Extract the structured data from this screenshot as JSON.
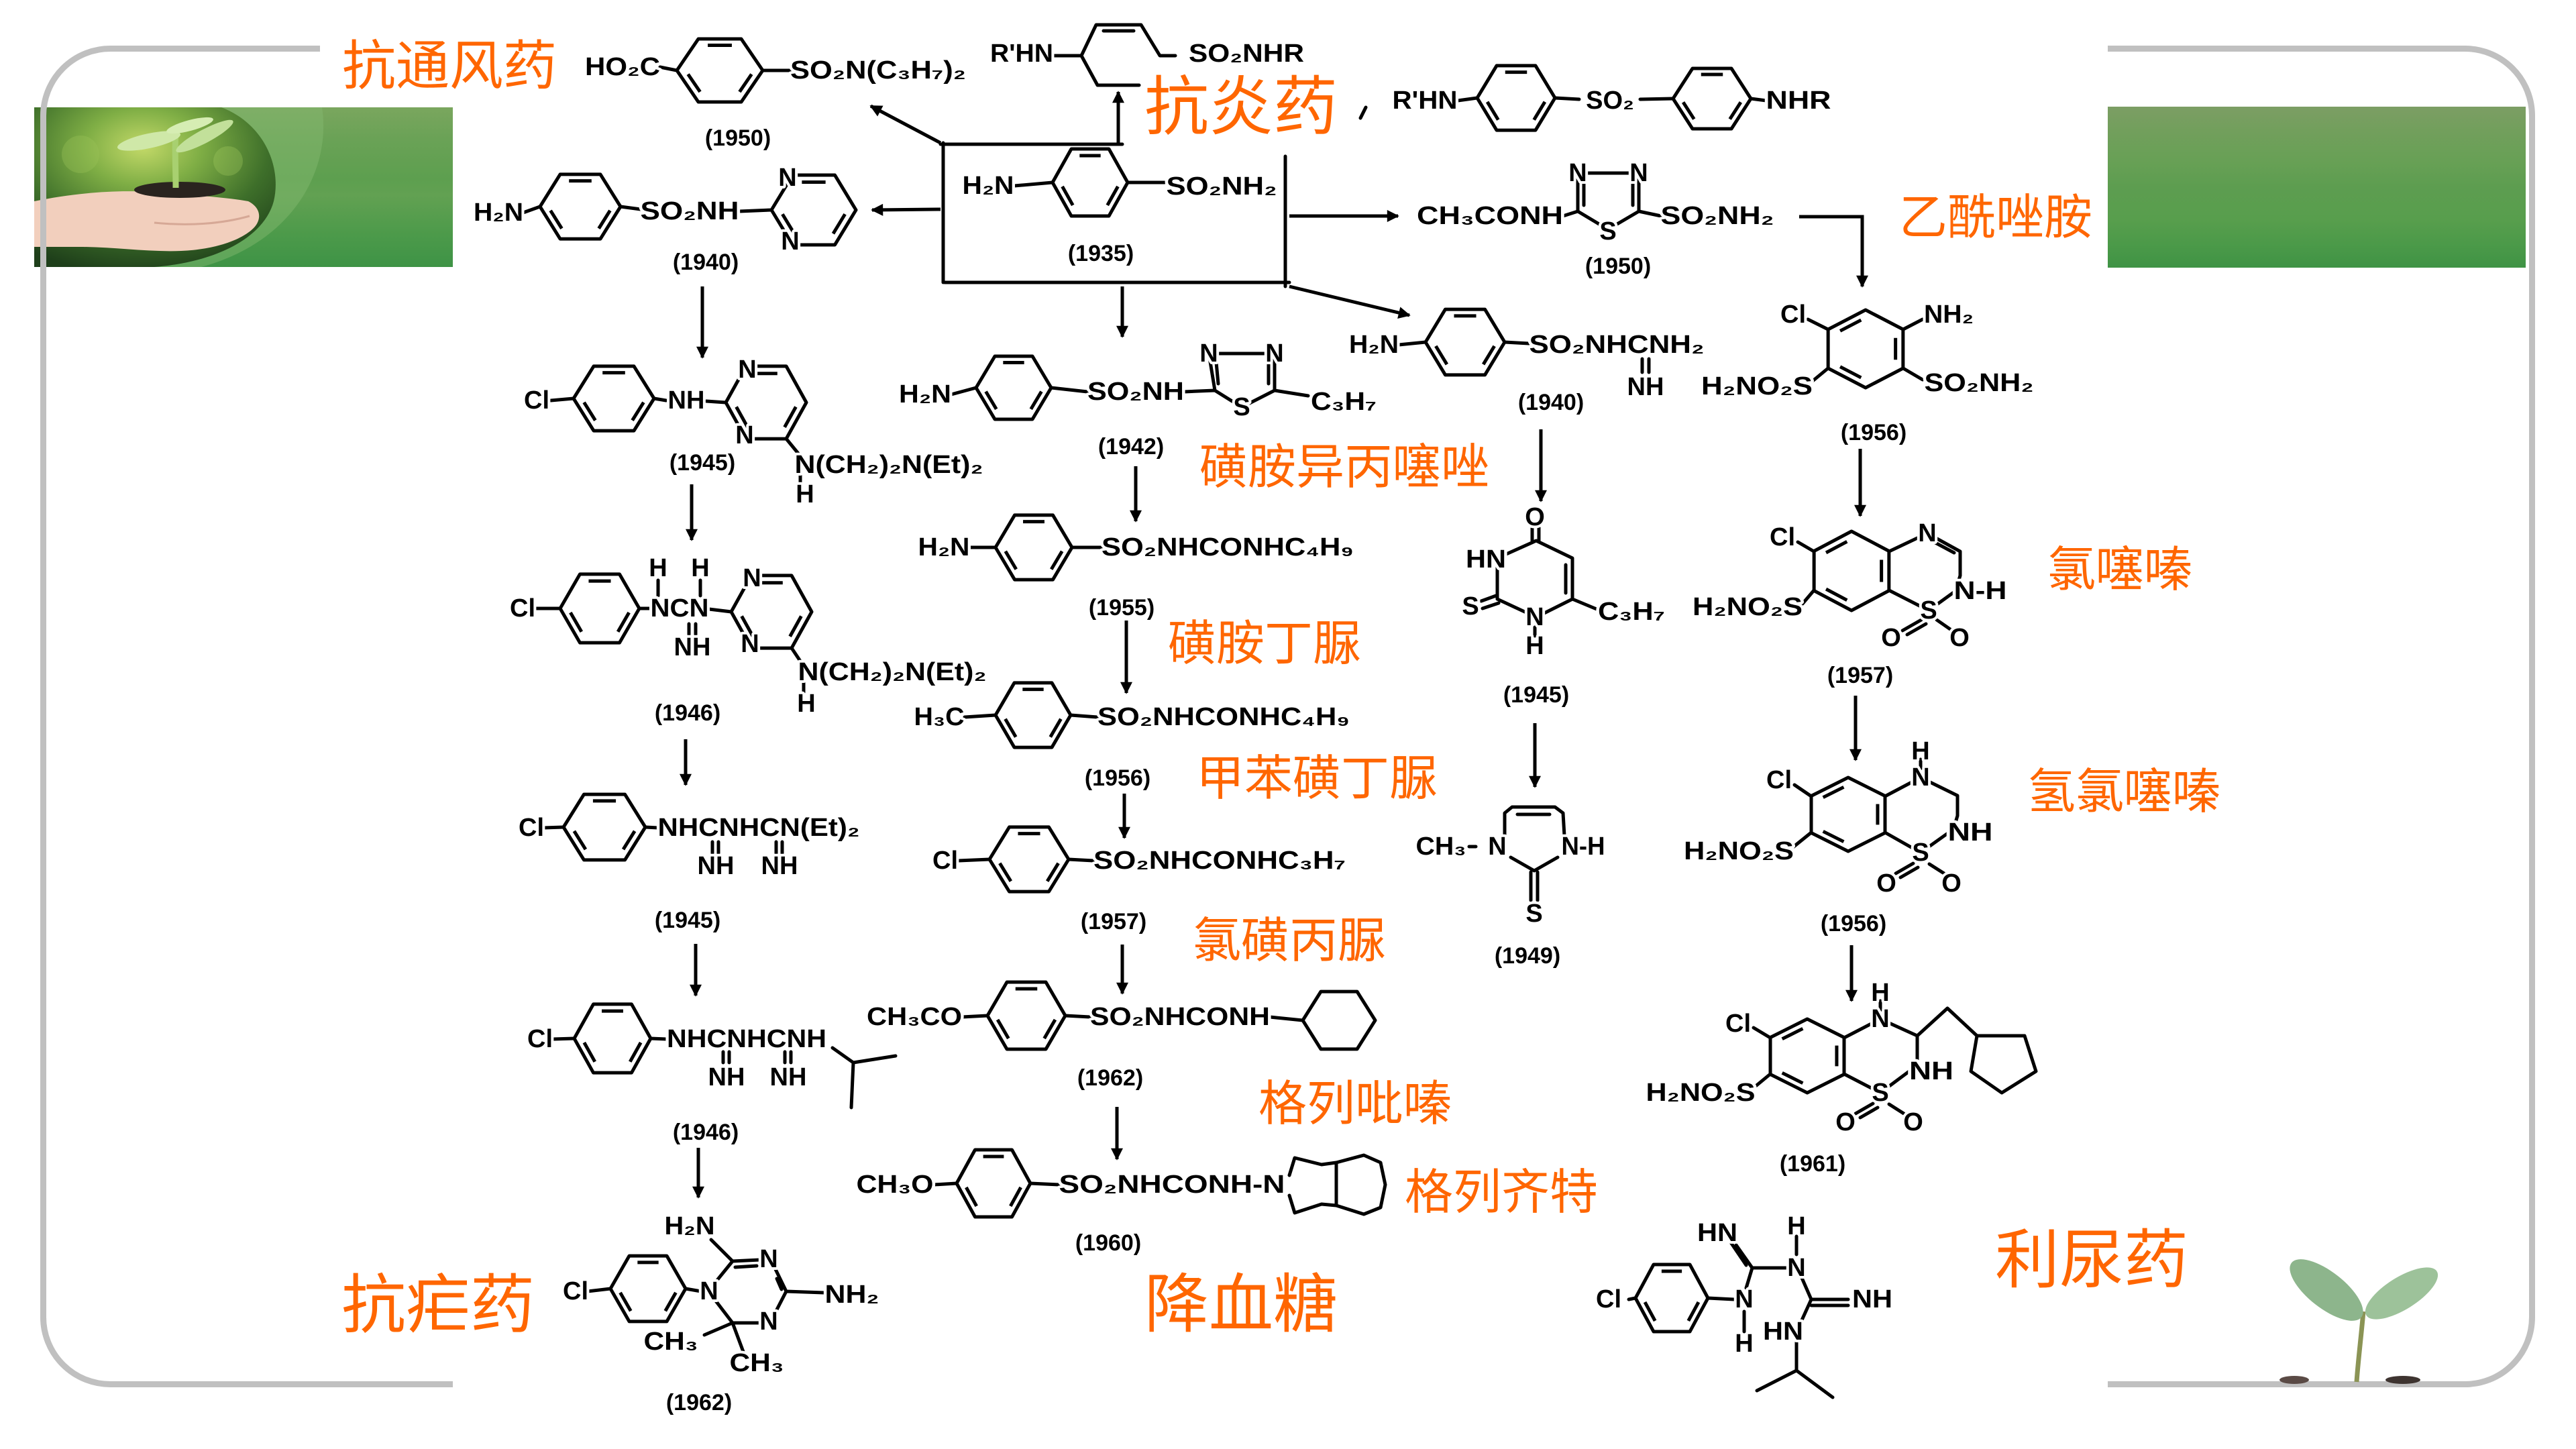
{
  "colors": {
    "label": "#FF6600",
    "frame": "#C0C0C0",
    "ink": "#000000"
  },
  "labels": {
    "antigout": "抗通风药",
    "anti_inflammatory": "抗炎药",
    "antimalarial": "抗疟药",
    "hypoglycemic": "降血糖",
    "diuretic": "利尿药",
    "acetazolamide": "乙酰唑胺",
    "sulfaisopropylthiazole": "磺胺异丙噻唑",
    "carbutamide": "磺胺丁脲",
    "tolbutamide": "甲苯磺丁脲",
    "chlorpropamide": "氯磺丙脲",
    "glipizide": "格列吡嗪",
    "gliclazide": "格列齐特",
    "chlorothiazide": "氯噻嗪",
    "hydrochlorothiazide": "氢氯噻嗪"
  },
  "structures": {
    "s1935": {
      "year": "(1935)",
      "groups": [
        "H₂N",
        "SO₂NH₂"
      ]
    },
    "s1950_gout": {
      "year": "(1950)",
      "groups": [
        "HO₂C",
        "SO₂N(C₃H₇)₂"
      ]
    },
    "s_antiinflam_1": {
      "groups": [
        "R'HN",
        "SO₂NHR"
      ]
    },
    "s_antiinflam_2": {
      "groups": [
        "R'HN",
        "SO₂",
        "NHR"
      ]
    },
    "s1950_thiadiazole": {
      "year": "(1950)",
      "groups": [
        "CH₃CONH",
        "N",
        "N",
        "S",
        "SO₂NH₂"
      ]
    },
    "s1940_pyrimidine": {
      "year": "(1940)",
      "groups": [
        "H₂N",
        "SO₂NH",
        "N",
        "N"
      ]
    },
    "s1945_a": {
      "year": "(1945)",
      "groups": [
        "Cl",
        "NH",
        "N",
        "N",
        "N(CH₂)₂N(Et)₂",
        "H"
      ]
    },
    "s1946_a": {
      "year": "(1946)",
      "groups": [
        "Cl",
        "H",
        "H",
        "NCN",
        "NH",
        "N",
        "N",
        "N(CH₂)₂N(Et)₂",
        "H"
      ]
    },
    "s1945_b": {
      "year": "(1945)",
      "groups": [
        "Cl",
        "NHCNHCN(Et)₂",
        "NH",
        "NH"
      ]
    },
    "s1946_b": {
      "year": "(1946)",
      "groups": [
        "Cl",
        "NHCNHCNH",
        "NH",
        "NH"
      ]
    },
    "s1962_triazine": {
      "year": "(1962)",
      "groups": [
        "Cl",
        "H₂N",
        "N",
        "N",
        "N",
        "NH₂",
        "CH₃",
        "CH₃"
      ]
    },
    "s1942": {
      "year": "(1942)",
      "groups": [
        "H₂N",
        "SO₂NH",
        "N",
        "N",
        "S",
        "C₃H₇"
      ]
    },
    "s1955": {
      "year": "(1955)",
      "groups": [
        "H₂N",
        "SO₂NHCONHC₄H₉"
      ]
    },
    "s1956_tol": {
      "year": "(1956)",
      "groups": [
        "H₃C",
        "SO₂NHCONHC₄H₉"
      ]
    },
    "s1957_chlor": {
      "year": "(1957)",
      "groups": [
        "Cl",
        "SO₂NHCONHC₃H₇"
      ]
    },
    "s1962_cyclohexyl": {
      "year": "(1962)",
      "groups": [
        "CH₃CO",
        "SO₂NHCONH"
      ]
    },
    "s1960": {
      "year": "(1960)",
      "groups": [
        "CH₃O",
        "SO₂NHCONH-N"
      ]
    },
    "s1940_guanidine": {
      "year": "(1940)",
      "groups": [
        "H₂N",
        "SO₂NHCNH₂",
        "NH"
      ]
    },
    "s1945_thione": {
      "year": "(1945)",
      "groups": [
        "O",
        "HN",
        "S",
        "N",
        "H",
        "C₃H₇"
      ]
    },
    "s1949": {
      "year": "(1949)",
      "groups": [
        "CH₃",
        "N",
        "N-H",
        "S"
      ]
    },
    "s1956_disulf": {
      "year": "(1956)",
      "groups": [
        "Cl",
        "NH₂",
        "H₂NO₂S",
        "SO₂NH₂"
      ]
    },
    "s1957_thiazide": {
      "year": "(1957)",
      "groups": [
        "Cl",
        "N",
        "N-H",
        "S",
        "O",
        "O",
        "H₂NO₂S"
      ]
    },
    "s1956_hydro": {
      "year": "(1956)",
      "groups": [
        "H",
        "N",
        "Cl",
        "NH",
        "S",
        "O",
        "O",
        "H₂NO₂S"
      ]
    },
    "s1961": {
      "year": "(1961)",
      "groups": [
        "H",
        "N",
        "Cl",
        "NH",
        "S",
        "O",
        "O",
        "H₂NO₂S"
      ]
    },
    "s_biguanide": {
      "groups": [
        "Cl",
        "N",
        "HN",
        "H",
        "N",
        "NH",
        "HN",
        "H"
      ]
    }
  }
}
